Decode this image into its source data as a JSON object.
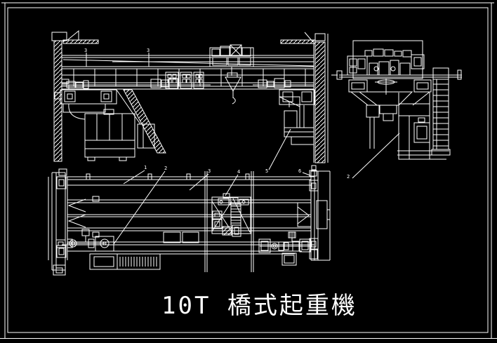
{
  "drawing": {
    "title": "10T 橋式起重機",
    "background_color": "#000000",
    "line_color": "#ffffff",
    "callouts": {
      "front": [
        "3",
        "3"
      ],
      "side": [
        "2"
      ],
      "plan": [
        "1",
        "2",
        "3",
        "4",
        "5",
        "6"
      ]
    }
  }
}
